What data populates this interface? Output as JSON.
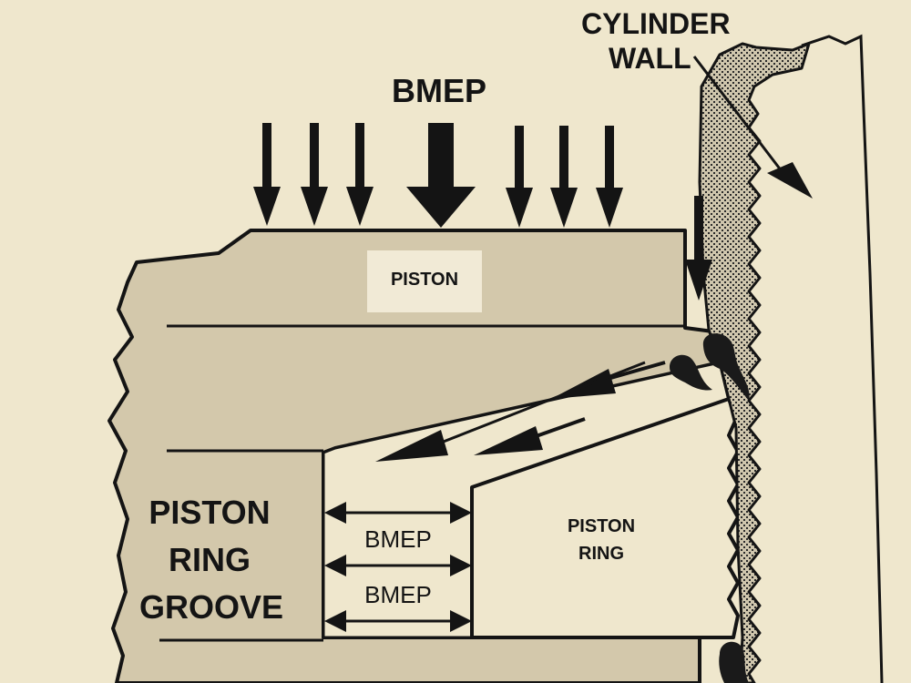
{
  "labels": {
    "cylinder_wall_line1": "CYLINDER",
    "cylinder_wall_line2": "WALL",
    "bmep_top": "BMEP",
    "piston": "PISTON",
    "groove_line1": "PISTON",
    "groove_line2": "RING",
    "groove_line3": "GROOVE",
    "ring_line1": "PISTON",
    "ring_line2": "RING",
    "bmep_inner_1": "BMEP",
    "bmep_inner_2": "BMEP"
  },
  "colors": {
    "paper": "#efe7cd",
    "gray_fill": "#d3c8ab",
    "ink": "#141414",
    "oil": "#1a1a1a"
  }
}
